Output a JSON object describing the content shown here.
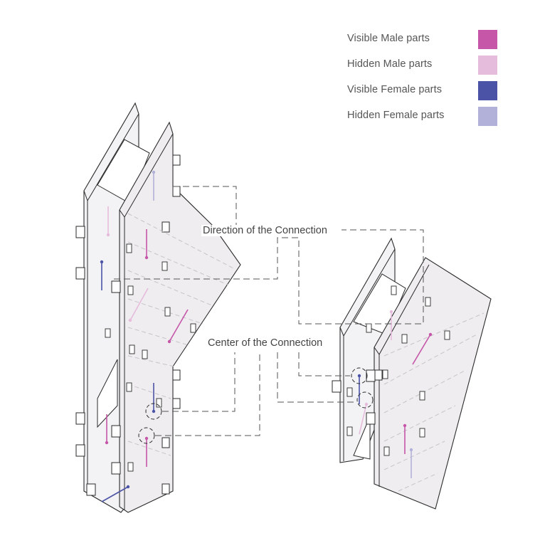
{
  "legend": {
    "items": [
      {
        "label": "Visible Male parts",
        "color": "#c556a8"
      },
      {
        "label": "Hidden Male parts",
        "color": "#e6bcdc"
      },
      {
        "label": "Visible Female parts",
        "color": "#4b53a6"
      },
      {
        "label": "Hidden Female parts",
        "color": "#b1b1d9"
      }
    ]
  },
  "callouts": {
    "direction": "Direction of the Connection",
    "center": "Center of the Connection"
  },
  "colors": {
    "panel_fill": "#efedf0",
    "outline": "#2b2b2b",
    "dashed": "#555555",
    "hidden_edge": "#c7c4c9"
  }
}
